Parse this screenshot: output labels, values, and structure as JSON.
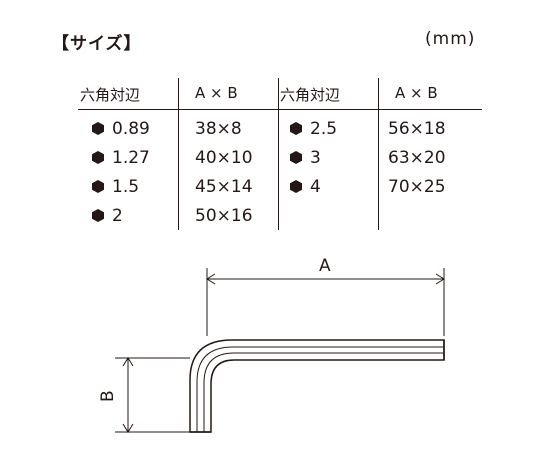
{
  "title": "【サイズ】",
  "unit": "(mm)",
  "table": {
    "headers": [
      "六角対辺",
      "A × B",
      "六角対辺",
      "A × B"
    ],
    "left_rows": [
      {
        "size": "0.89",
        "dims": "38×8"
      },
      {
        "size": "1.27",
        "dims": "40×10"
      },
      {
        "size": "1.5",
        "dims": "45×14"
      },
      {
        "size": "2",
        "dims": "50×16"
      }
    ],
    "right_rows": [
      {
        "size": "2.5",
        "dims": "56×18"
      },
      {
        "size": "3",
        "dims": "63×20"
      },
      {
        "size": "4",
        "dims": "70×25"
      }
    ]
  },
  "diagram": {
    "label_a": "A",
    "label_b": "B"
  },
  "colors": {
    "ink": "#231815"
  }
}
